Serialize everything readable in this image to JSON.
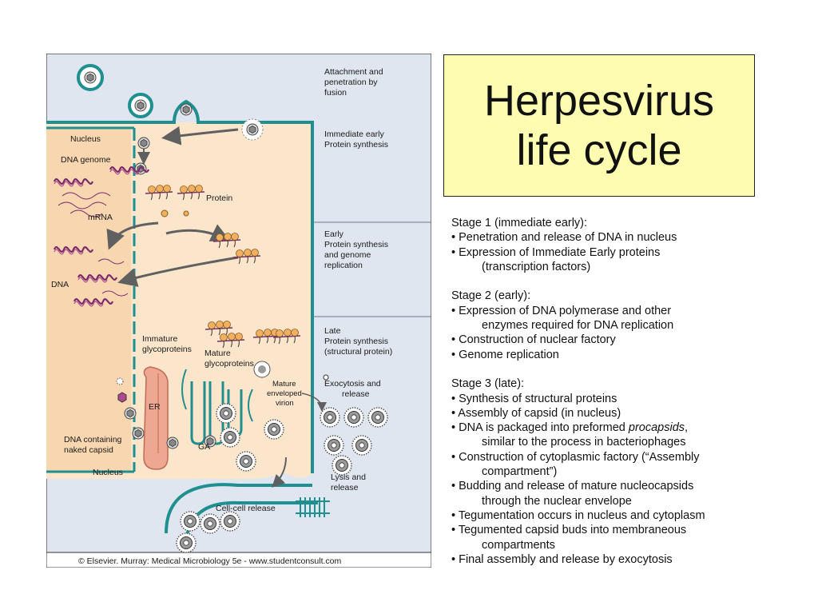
{
  "title": {
    "line1": "Herpesvirus",
    "line2": "life cycle"
  },
  "figure": {
    "labels": {
      "attachment": [
        "Attachment and",
        "penetration by",
        "fusion"
      ],
      "immediate_early": [
        "Immediate early",
        "Protein synthesis"
      ],
      "early": [
        "Early",
        "Protein synthesis",
        "and genome",
        "replication"
      ],
      "late": [
        "Late",
        "Protein synthesis",
        "(structural protein)"
      ],
      "exocytosis": [
        "Exocytosis and",
        "release"
      ],
      "lysis": [
        "Lysis and",
        "release"
      ],
      "nucleus_top": "Nucleus",
      "dna_genome": "DNA genome",
      "protein": "Protein",
      "mrna": "mRNA",
      "dna": "DNA",
      "immature_glyco": [
        "Immature",
        "glycoproteins"
      ],
      "mature_glyco": [
        "Mature",
        "glycoproteins"
      ],
      "mature_virion": [
        "Mature",
        "enveloped",
        "virion"
      ],
      "er": "ER",
      "ga": "GA",
      "dna_capsid": [
        "DNA containing",
        "naked capsid"
      ],
      "nucleus_bottom": "Nucleus",
      "cell_cell": "Cell-cell release"
    },
    "copyright": "© Elsevier. Murray: Medical Microbiology 5e - www.studentconsult.com",
    "colors": {
      "panel": "#dfe6ef",
      "cytoplasm": "#fbe6cb",
      "membrane": "#1f8f8f",
      "arrow": "#606060",
      "er": "#eea891",
      "dna": "#7a2a6a"
    }
  },
  "stages": [
    {
      "text": "Stage 1 (immediate early):",
      "indent": false
    },
    {
      "text": "• Penetration and release of DNA in nucleus",
      "indent": false
    },
    {
      "text": "• Expression of Immediate Early proteins",
      "indent": false
    },
    {
      "text": "(transcription factors)",
      "indent": true
    },
    {
      "text": "",
      "indent": false
    },
    {
      "text": "Stage 2 (early):",
      "indent": false
    },
    {
      "text": "• Expression of DNA polymerase and other",
      "indent": false
    },
    {
      "text": "enzymes required for DNA replication",
      "indent": true
    },
    {
      "text": "• Construction of nuclear factory",
      "indent": false
    },
    {
      "text": "• Genome replication",
      "indent": false
    },
    {
      "text": "",
      "indent": false
    },
    {
      "text": "Stage 3 (late):",
      "indent": false
    },
    {
      "text": "• Synthesis of structural proteins",
      "indent": false
    },
    {
      "text": "• Assembly of capsid (in nucleus)",
      "indent": false
    },
    {
      "text": "• DNA is packaged into preformed ",
      "italic": "procapsids",
      "tail": ",",
      "indent": false
    },
    {
      "text": "similar to the process in bacteriophages",
      "indent": true
    },
    {
      "text": "• Construction of cytoplasmic factory (“Assembly",
      "indent": false
    },
    {
      "text": "compartment”)",
      "indent": true
    },
    {
      "text": "• Budding and release of mature nucleocapsids",
      "indent": false
    },
    {
      "text": "through the nuclear envelope",
      "indent": true
    },
    {
      "text": "• Tegumentation occurs in nucleus and cytoplasm",
      "indent": false
    },
    {
      "text": "• Tegumented capsid buds into membraneous",
      "indent": false
    },
    {
      "text": "compartments",
      "indent": true
    },
    {
      "text": "• Final assembly and release by exocytosis",
      "indent": false
    }
  ]
}
